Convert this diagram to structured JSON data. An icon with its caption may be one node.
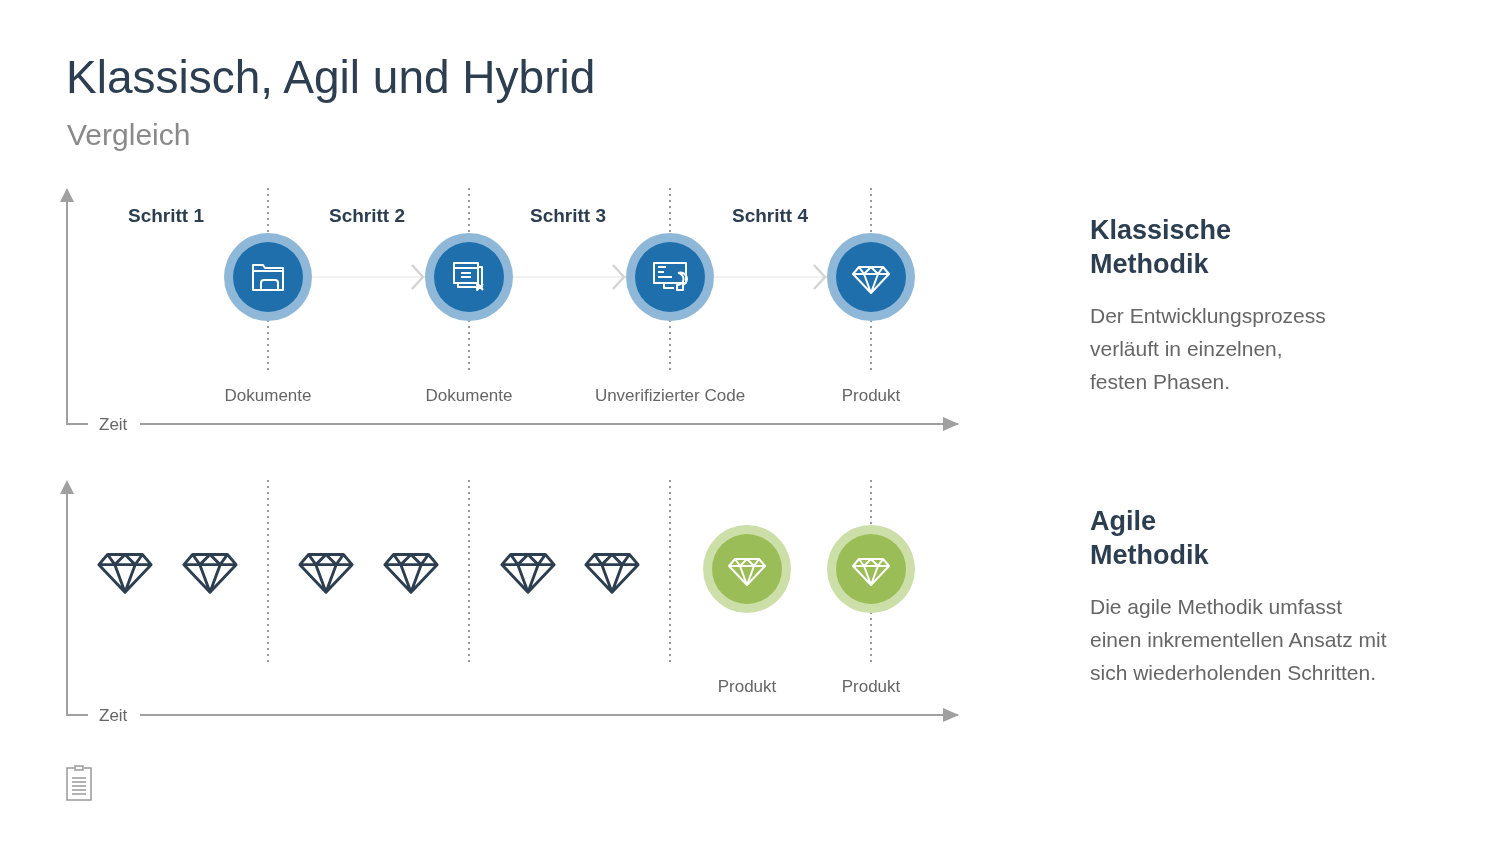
{
  "diagram": {
    "title": "Klassisch, Agil und Hybrid",
    "nodes": [
      {
        "text": [],
        "shape": "circle"
      },
      {
        "text": [],
        "shape": "circle"
      },
      {
        "text": [],
        "shape": "circle"
      },
      {
        "text": [],
        "shape": "circle"
      },
      {
        "text": [],
        "shape": "circle"
      },
      {
        "text": [],
        "shape": "circle"
      }
    ],
    "edges": [
      {
        "from": 0,
        "to": 1,
        "arrow": "to"
      },
      {
        "from": 1,
        "to": 2,
        "arrow": "to"
      },
      {
        "from": 2,
        "to": 3,
        "arrow": "to"
      }
    ],
    "labels": [
      "Vergleich",
      "Schritt 1",
      "Schritt 2",
      "Schritt 3",
      "Schritt 4",
      "Dokumente",
      "Dokumente",
      "Unverifizierter Code",
      "Produkt",
      "Zeit",
      "Klassische Methodik",
      "Der Entwicklungsprozess verläuft in einzelnen, festen Phasen.",
      "Produkt",
      "Produkt",
      "Zeit",
      "Agile Methodik",
      "Die agile Methodik umfasst einen inkrementellen Ansatz mit sich wiederholenden Schritten."
    ]
  }
}
